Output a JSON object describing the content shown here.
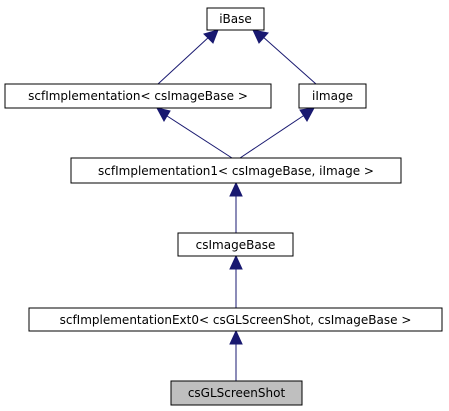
{
  "diagram": {
    "nodes": {
      "ibase": "iBase",
      "scf_impl": "scfImplementation< csImageBase >",
      "iimage": "iImage",
      "scf_impl1": "scfImplementation1< csImageBase, iImage >",
      "csimagebase": "csImageBase",
      "scf_impl_ext0": "scfImplementationExt0< csGLScreenShot, csImageBase >",
      "csglscreenshot": "csGLScreenShot"
    },
    "colors": {
      "edge": "#191970",
      "node_border": "#000000",
      "node_fill": "#ffffff",
      "highlight_fill": "#bfbfbf"
    }
  }
}
